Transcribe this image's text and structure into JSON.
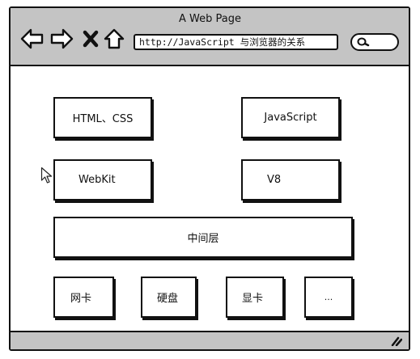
{
  "window": {
    "title": "A Web Page",
    "url": "http://JavaScript 与浏览器的关系"
  },
  "icons": {
    "back": "arrow-left-icon",
    "forward": "arrow-right-icon",
    "close": "x-icon",
    "home": "home-icon",
    "search": "search-icon",
    "resize": "resize-grip-icon",
    "cursor": "mouse-cursor-icon"
  },
  "diagram": {
    "row1": [
      "HTML、CSS",
      "JavaScript"
    ],
    "row2": [
      "WebKit",
      "V8"
    ],
    "middle": "中间层",
    "row4": [
      "网卡",
      "硬盘",
      "显卡",
      "..."
    ]
  }
}
